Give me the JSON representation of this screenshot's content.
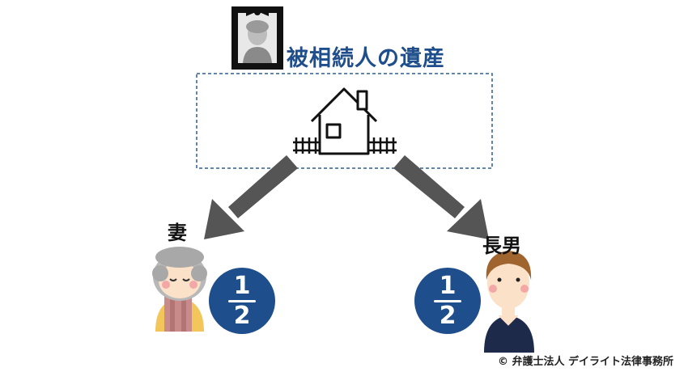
{
  "diagram": {
    "title": "被相続人の遺産",
    "estate_icon": "house-icon",
    "deceased_icon": "memorial-portrait-icon",
    "heirs": [
      {
        "label": "妻",
        "share_numerator": "1",
        "share_denominator": "2",
        "icon": "elderly-woman-icon"
      },
      {
        "label": "長男",
        "share_numerator": "1",
        "share_denominator": "2",
        "icon": "man-icon"
      }
    ],
    "copyright": "© 弁護士法人 デイライト法律事務所"
  },
  "colors": {
    "accent": "#1f4e8c",
    "arrow": "#555555",
    "border_dashed": "#2f5f8f"
  }
}
